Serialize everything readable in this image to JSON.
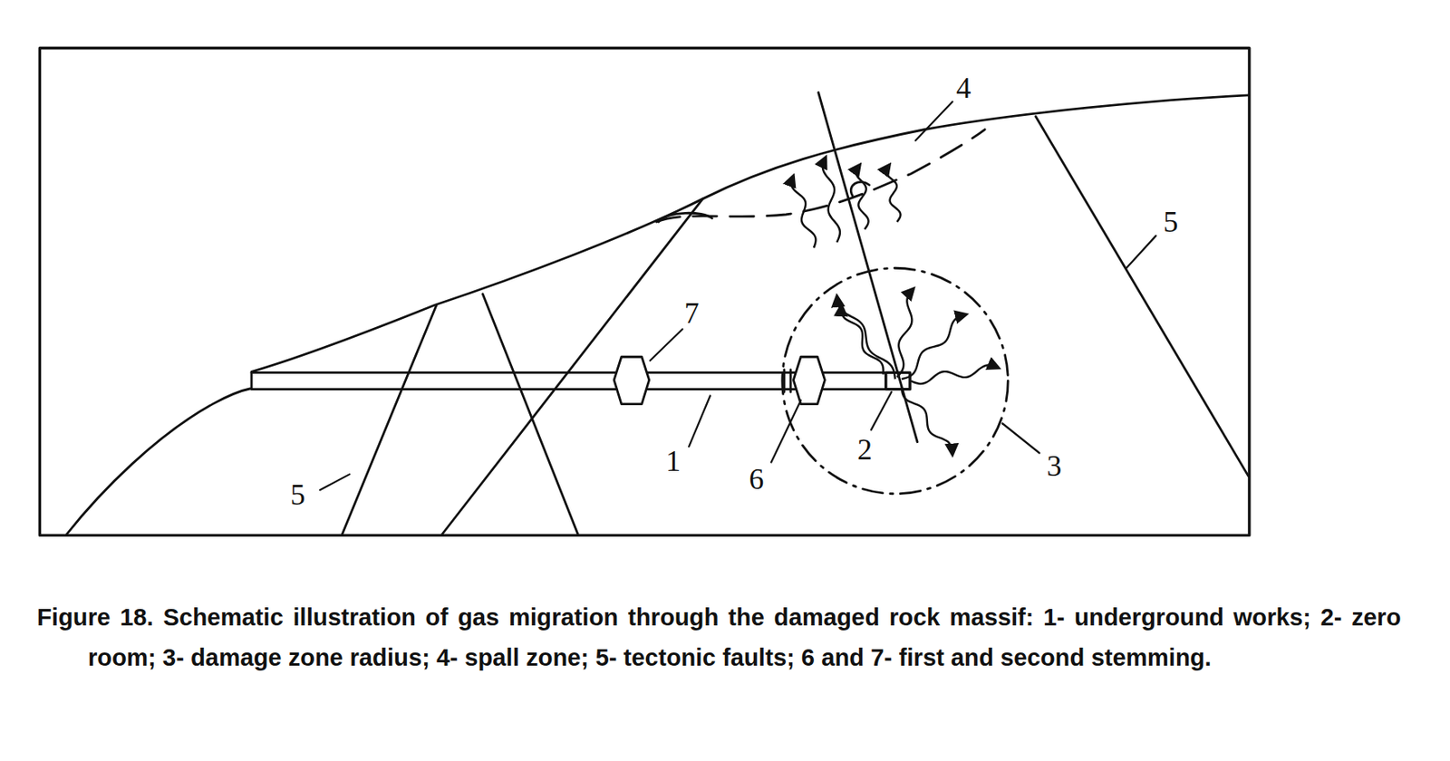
{
  "diagram": {
    "caption": "Figure 18. Schematic illustration of gas migration through the damaged rock massif: 1- underground works; 2- zero room; 3- damage zone radius; 4- spall zone; 5- tectonic faults; 6 and 7- first and second stemming.",
    "labels": [
      "4",
      "5",
      "7",
      "2",
      "1",
      "3",
      "6",
      "5"
    ]
  }
}
